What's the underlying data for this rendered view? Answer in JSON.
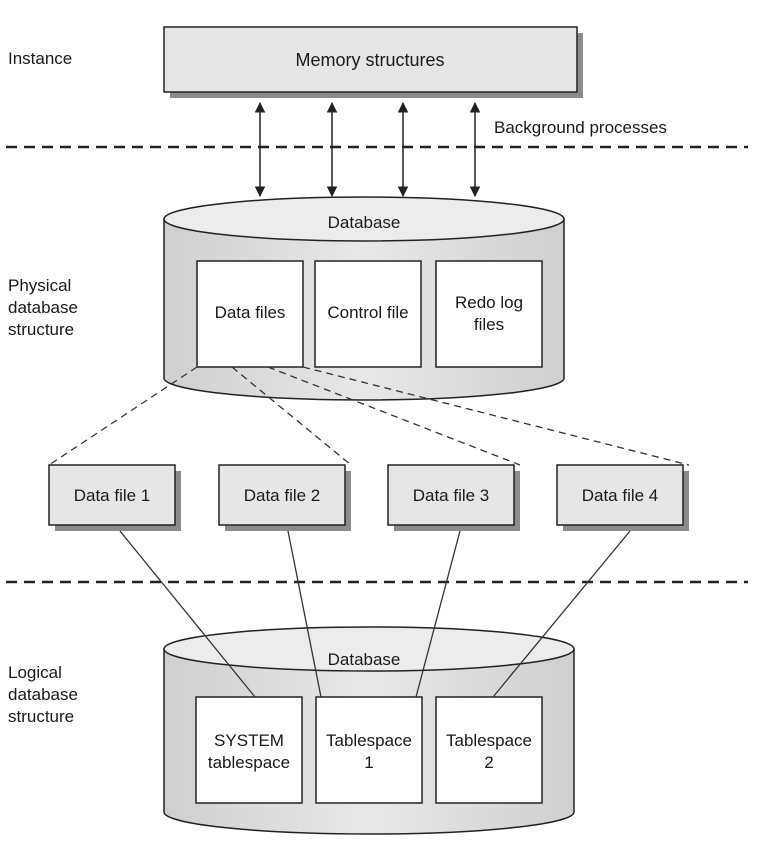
{
  "sections": {
    "instance": "Instance",
    "physical": [
      "Physical",
      "database",
      "structure"
    ],
    "logical": [
      "Logical",
      "database",
      "structure"
    ]
  },
  "memory_structures": "Memory structures",
  "background_processes": "Background processes",
  "physical_db": {
    "title": "Database",
    "files": {
      "data": "Data files",
      "control": "Control file",
      "redo": [
        "Redo log",
        "files"
      ]
    }
  },
  "data_file_boxes": [
    "Data file 1",
    "Data file 2",
    "Data file 3",
    "Data file 4"
  ],
  "logical_db": {
    "title": "Database",
    "tablespaces": {
      "system": [
        "SYSTEM",
        "tablespace"
      ],
      "ts1": [
        "Tablespace",
        "1"
      ],
      "ts2": [
        "Tablespace",
        "2"
      ]
    }
  },
  "colors": {
    "box_fill": "#e6e6e6",
    "box_shadow": "#8c8c8c",
    "stroke": "#222222",
    "white": "#ffffff"
  }
}
